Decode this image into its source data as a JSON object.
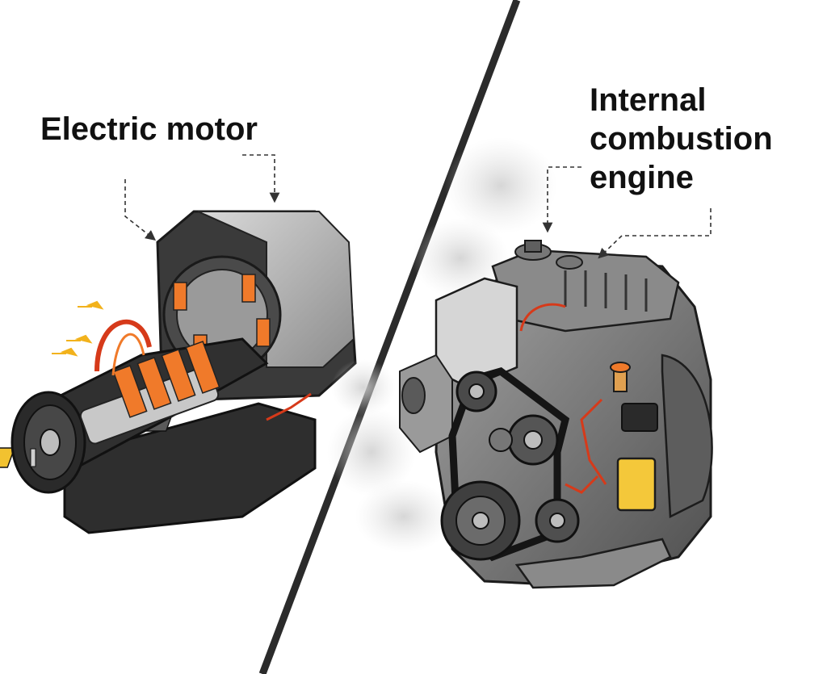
{
  "labels": {
    "electric_motor": "Electric motor",
    "ice_line1": "Internal",
    "ice_line2": "combustion",
    "ice_line3": "engine"
  },
  "colors": {
    "divider": "#2b2b2b",
    "housing_dark": "#2e2e2e",
    "housing_light": "#b9b9b9",
    "copper_orange": "#f07a2a",
    "wire_red": "#d63a1a",
    "battery_green": "#7cc242",
    "battery_yellow": "#f2c230",
    "engine_gray": "#6f6f6f",
    "coolant_yellow": "#f4c83a",
    "smoke": "#d9d9d9"
  },
  "icons": [
    "dashed-arrow-icon",
    "airflow-arrow-icon"
  ]
}
